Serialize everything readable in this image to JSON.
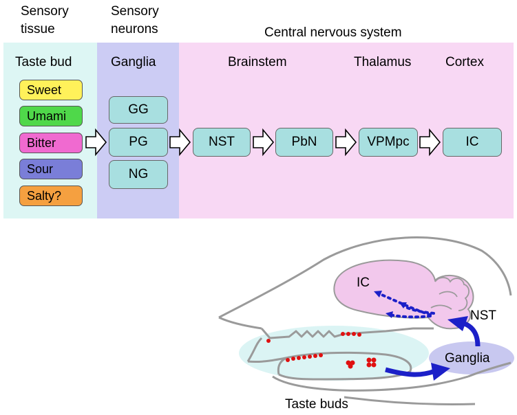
{
  "headers": {
    "sensory_tissue": [
      "Sensory",
      "tissue"
    ],
    "sensory_neurons": [
      "Sensory",
      "neurons"
    ],
    "cns": "Central nervous system"
  },
  "panels": {
    "taste_bud": {
      "title": "Taste bud",
      "color": "#ddf6f4"
    },
    "ganglia": {
      "title": "Ganglia",
      "color": "#ccccf4"
    },
    "brainstem": {
      "title": "Brainstem",
      "color": "#f8d8f4"
    },
    "thalamus": {
      "title": "Thalamus"
    },
    "cortex": {
      "title": "Cortex"
    }
  },
  "tastes": [
    {
      "label": "Sweet",
      "color": "#fff15a"
    },
    {
      "label": "Umami",
      "color": "#4fd84a"
    },
    {
      "label": "Bitter",
      "color": "#f06ad0"
    },
    {
      "label": "Sour",
      "color": "#7a7ed8"
    },
    {
      "label": "Salty?",
      "color": "#f5a040"
    }
  ],
  "ganglia_boxes": [
    "GG",
    "PG",
    "NG"
  ],
  "pathway": [
    "NST",
    "PbN",
    "VPMpc",
    "IC"
  ],
  "box_color": "#a8dfe0",
  "anatomy": {
    "ic_label": "IC",
    "nst_label": "NST",
    "ganglia_label": "Ganglia",
    "taste_buds_label": "Taste buds",
    "colors": {
      "brain": "#f2c8ec",
      "mouth": "#dbf4f4",
      "ganglia": "#c8c8f0",
      "arrow": "#1c20c8",
      "dots": "#e01010",
      "outline": "#9a9a9a"
    }
  }
}
